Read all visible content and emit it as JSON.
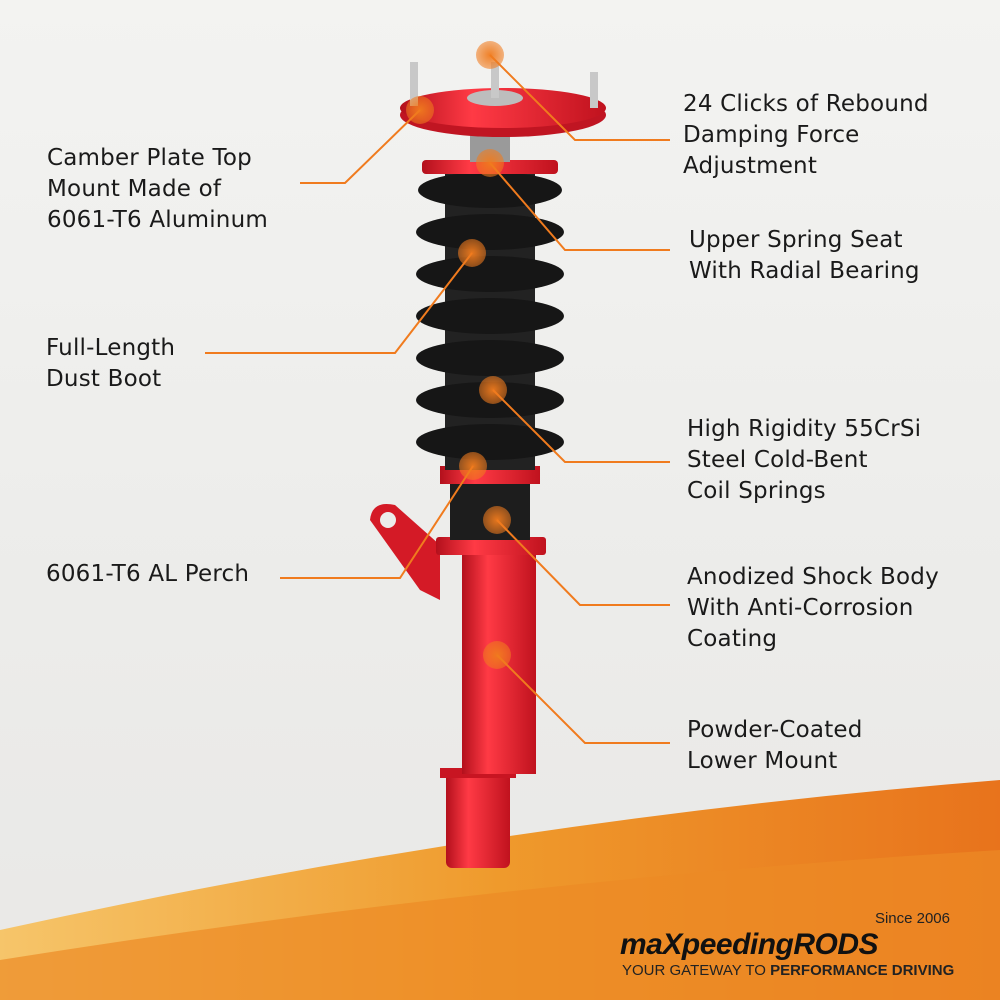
{
  "callouts": {
    "camber_plate": [
      "Camber Plate Top",
      "Mount Made of",
      "6061-T6 Aluminum"
    ],
    "rebound": [
      "24 Clicks of Rebound",
      "Damping Force",
      "Adjustment"
    ],
    "spring_seat": [
      "Upper Spring Seat",
      "With Radial Bearing"
    ],
    "dust_boot": [
      "Full-Length",
      "Dust Boot"
    ],
    "springs": [
      "High Rigidity 55CrSi",
      "Steel Cold-Bent",
      "Coil Springs"
    ],
    "perch": [
      "6061-T6 AL Perch"
    ],
    "shock_body": [
      "Anodized Shock Body",
      "With Anti-Corrosion",
      "Coating"
    ],
    "lower_mount": [
      "Powder-Coated",
      "Lower Mount"
    ]
  },
  "logo": {
    "since": "Since 2006",
    "brand": "maXpeedingRODS",
    "tagline_light": "YOUR GATEWAY TO ",
    "tagline_bold": "PERFORMANCE DRIVING"
  },
  "colors": {
    "accent": "#f07b1e",
    "strut_red": "#e5202e",
    "spring_black": "#161616"
  }
}
